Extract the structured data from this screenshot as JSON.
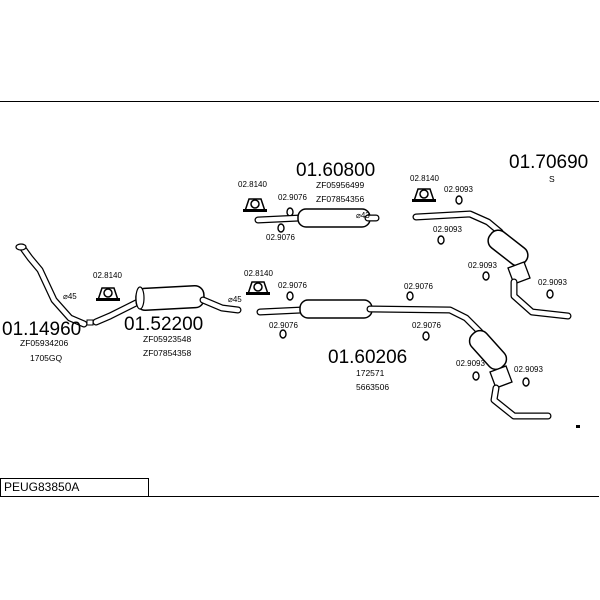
{
  "diagram_id": "PEUG83850A",
  "parts": {
    "front_pipe": {
      "number": "01.14960",
      "refs": [
        "ZF05934206",
        "1705GQ"
      ],
      "angle": "⌀45"
    },
    "middle_silencer": {
      "number": "01.52200",
      "refs": [
        "ZF05923548",
        "ZF07854358"
      ],
      "angle": "⌀45"
    },
    "mid_silencer_upper": {
      "number": "01.60800",
      "refs": [
        "ZF05956499",
        "ZF07854356"
      ],
      "angle": "⌀43"
    },
    "rear_silencer_upper": {
      "number": "01.70690",
      "suffix": "S"
    },
    "mid_silencer_lower": {
      "number": "01.60206",
      "refs": [
        "172571",
        "5663506"
      ]
    }
  },
  "fittings": {
    "clamp": "02.8140",
    "ring_a": "02.9076",
    "ring_b": "02.9093"
  }
}
